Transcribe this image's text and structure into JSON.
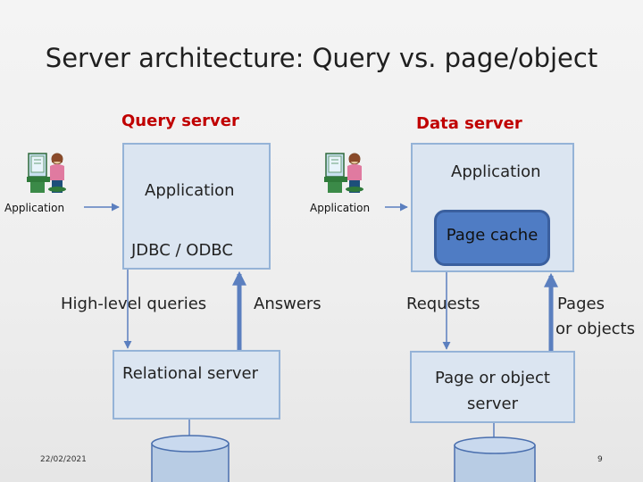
{
  "title": "Server architecture: Query vs. page/object",
  "headers": {
    "query_server": "Query server",
    "data_server": "Data server"
  },
  "query_side": {
    "client_label": "Application",
    "app_box": "Application",
    "jdbc": "JDBC / ODBC",
    "high_level": "High-level queries",
    "answers": "Answers",
    "relational_server": "Relational server"
  },
  "data_side": {
    "client_label": "Application",
    "app_box": "Application",
    "page_cache": "Page cache",
    "requests": "Requests",
    "pages_line1": "Pages",
    "pages_line2": "or objects",
    "server_line1": "Page or object",
    "server_line2": "server"
  },
  "footer": {
    "date": "22/02/2021",
    "page": "9"
  },
  "colors": {
    "title": "#1f1f1f",
    "header": "#c00000",
    "box_fill": "#dbe5f1",
    "box_border": "#95b3d7",
    "cache_fill": "#4f7cc4",
    "arrow": "#5b7fbf"
  }
}
